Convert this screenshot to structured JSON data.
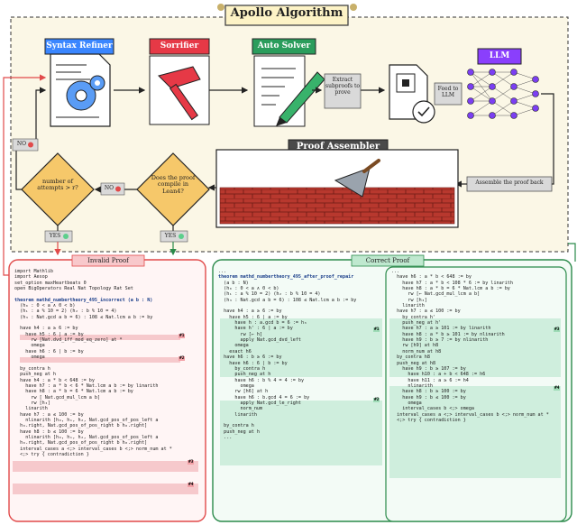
{
  "title": "Apollo Algorithm",
  "modules": {
    "syntax_refiner": "Syntax Refiner",
    "sorrifier": "Sorrifier",
    "auto_solver": "Auto Solver",
    "llm": "LLM",
    "proof_assembler": "Proof Assembler"
  },
  "arrows": {
    "extract": "Extract subproofs to prove",
    "feed": "Feed to LLM",
    "assemble": "Assemble the proof back"
  },
  "decisions": {
    "attempts": "number of attempts > r?",
    "compile": "Does the proof compile in Lean4?"
  },
  "labels": {
    "no": "NO",
    "yes": "YES"
  },
  "panels": {
    "invalid": {
      "title": "Invalid Proof",
      "lines": [
        "import Mathlib",
        "import Aesop",
        "set_option maxHeartbeats 0",
        "open BigOperators Real Nat Topology Rat Set",
        "",
        "theorem mathd_numbertheory_495_incorrect (a b : N)",
        "  (h₀ : 0 < a ∧ 0 < b)",
        "  (h₁ : a % 10 = 2) (h₂ : b % 10 = 4)",
        "  (h₃ : Nat.gcd a b = 6) : 108 ≤ Nat.lcm a b := by",
        "",
        "  have h4 : a ≥ 6 := by",
        "    have h5 : 6 ∣ a := by",
        "      rw [Nat.dvd_iff_mod_eq_zero] at *",
        "      omega",
        "    have h6 : 6 ∣ b := by",
        "      omega",
        "",
        "  by_contra h",
        "  push_neg at h",
        "  have h4 : a * b < 648 := by",
        "    have h7 : a * b < 6 * Nat.lcm a b := by linarith",
        "    have h8 : a * b = 6 * Nat.lcm a b := by",
        "      rw [ Nat.gcd_mul_lcm a b]",
        "      rw [h₃]",
        "    linarith",
        "  have h7 : a ≤ 100 := by",
        "    nlinarith [h₀, h₁, h₂, Nat.gcd_pos_of_pos_left a",
        "  h₀.right, Nat.gcd_pos_of_pos_right b h₀.right]",
        "  have h8 : b ≤ 100 := by",
        "    nlinarith [h₀, h₁, h₂, Nat.gcd_pos_of_pos_left a",
        "  h₀.right, Nat.gcd_pos_of_pos_right b h₀.right]",
        "  interval_cases a <;> interval_cases b <;> norm_num at *",
        "  <;> try { contradiction }"
      ],
      "tags": [
        "#1",
        "#2",
        "#3",
        "#4"
      ]
    },
    "correct": {
      "title": "Correct Proof",
      "col1": [
        "...",
        "theorem mathd_numbertheory_495_after_proof_repair",
        "  (a b : N)",
        "  (h₀ : 0 < a ∧ 0 < b)",
        "  (h₁ : a % 10 = 2) (h₂ : b % 10 = 4)",
        "  (h₃ : Nat.gcd a b = 6) : 108 ≤ Nat.lcm a b := by",
        "",
        "  have h4 : a ≥ 6 := by",
        "    have h5 : 6 ∣ a := by",
        "      have h : a.gcd b = 6 := h₃",
        "      have h' : 6 ∣ a := by",
        "        rw [← h]",
        "        apply Nat.gcd_dvd_left",
        "      omega",
        "    exact h6",
        "  have h6 : b ≥ 6 := by",
        "    have h6 : 6 ∣ b := by",
        "      by_contra h",
        "      push_neg at h",
        "      have h6 : b % 4 = 4 := by",
        "        omega",
        "      rw [h6] at h",
        "      have h6 : b.gcd 4 = 6 := by",
        "        apply Nat.gcd_le_right",
        "        norm_num",
        "      linarith",
        "",
        "  by_contra h",
        "  push_neg at h",
        "  ..."
      ],
      "col2": [
        "...",
        "  have h6 : a * b < 648 := by",
        "    have h7 : a * b < 108 * 6 := by linarith",
        "    have h8 : a * b = 6 * Nat.lcm a b := by",
        "      rw [← Nat.gcd_mul_lcm a b]",
        "      rw [h₃]",
        "    linarith",
        "  have h7 : a ≤ 100 := by",
        "    by_contra h'",
        "    push_neg at h'",
        "    have h7 : a ≥ 101 := by linarith",
        "    have h8 : a * b ≥ 101 := by nlinarith",
        "    have h9 : b ≥ 7 := by nlinarith",
        "    rw [h9] at h8",
        "    norm_num at h8",
        "  by_contra h8",
        "  push_neg at h8",
        "    have h9 : b ≥ 107 := by",
        "      have h10 : a + b < 648 := h6",
        "      have h11 : a ≥ 6 := h4",
        "      nlinarith",
        "    have h8 : b ≥ 100 := by",
        "    have h9 : b ≤ 100 := by",
        "      omega",
        "    interval_cases b <;> omega",
        "  interval_cases a <;> interval_cases b <;> norm_num at *",
        "  <;> try { contradiction }"
      ],
      "tags": [
        "#1",
        "#2",
        "#3",
        "#4"
      ]
    }
  }
}
